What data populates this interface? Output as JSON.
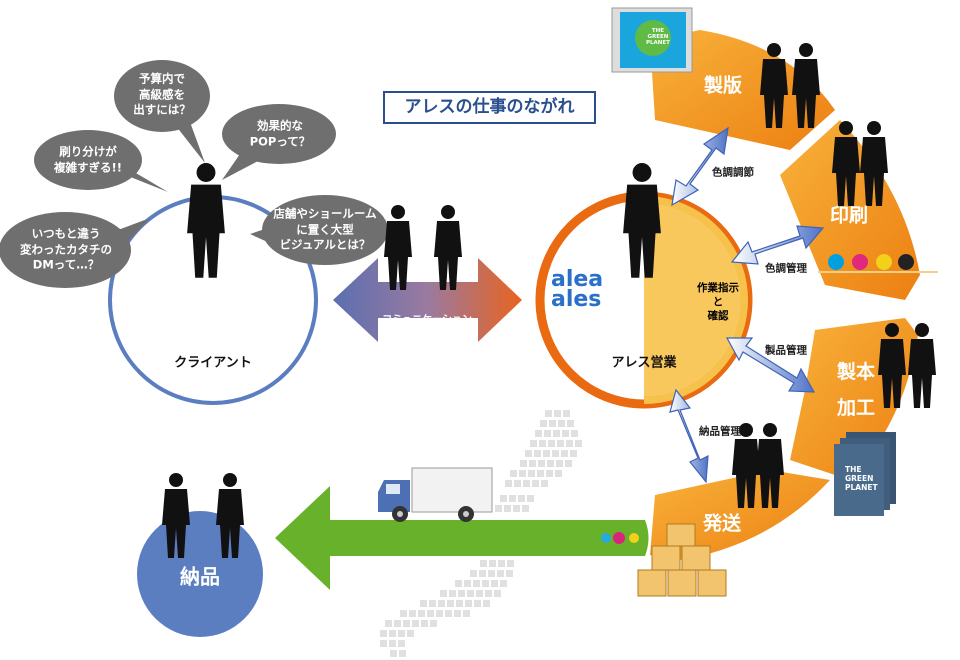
{
  "title": "アレスの仕事のながれ",
  "client": {
    "label": "クライアント",
    "bubbles": [
      {
        "lines": [
          "予算内で",
          "高級感を",
          "出すには？"
        ]
      },
      {
        "lines": [
          "刷り分けが",
          "複雑すぎる!!"
        ]
      },
      {
        "lines": [
          "効果的な",
          "POPって？"
        ]
      },
      {
        "lines": [
          "いつもと違う",
          "変わったカタチの",
          "DMって…？"
        ]
      },
      {
        "lines": [
          "店舗やショールーム",
          "に置く大型",
          "ビジュアルとは？"
        ]
      }
    ]
  },
  "communication": {
    "label": "コミュニケーション"
  },
  "ares": {
    "label": "アレス営業",
    "logo_top": "alea",
    "logo_bottom": "ales",
    "instruction_lines": [
      "作業指示",
      "と",
      "確認"
    ]
  },
  "processes": {
    "seihan": "製版",
    "insatsu": "印刷",
    "seihon_lines": [
      "製本",
      "加工"
    ],
    "hassou": "発送"
  },
  "links": {
    "color_adjust": "色調調節",
    "color_manage": "色調管理",
    "product_manage": "製品管理",
    "delivery_manage": "納品管理"
  },
  "delivery": {
    "label": "納品"
  },
  "book_cover": {
    "lines": [
      "THE",
      "GREEN",
      "PLANET"
    ]
  },
  "poster_cover": {
    "lines": [
      "THE",
      "GREEN",
      "PLANET"
    ]
  },
  "colors": {
    "blue_ring": "#5b7ec0",
    "orange": "#ef8a1c",
    "orange_light": "#f7c24b",
    "ring_orange": "#e96a10",
    "green_arrow": "#67b22a",
    "navy": "#2a4f8f"
  }
}
